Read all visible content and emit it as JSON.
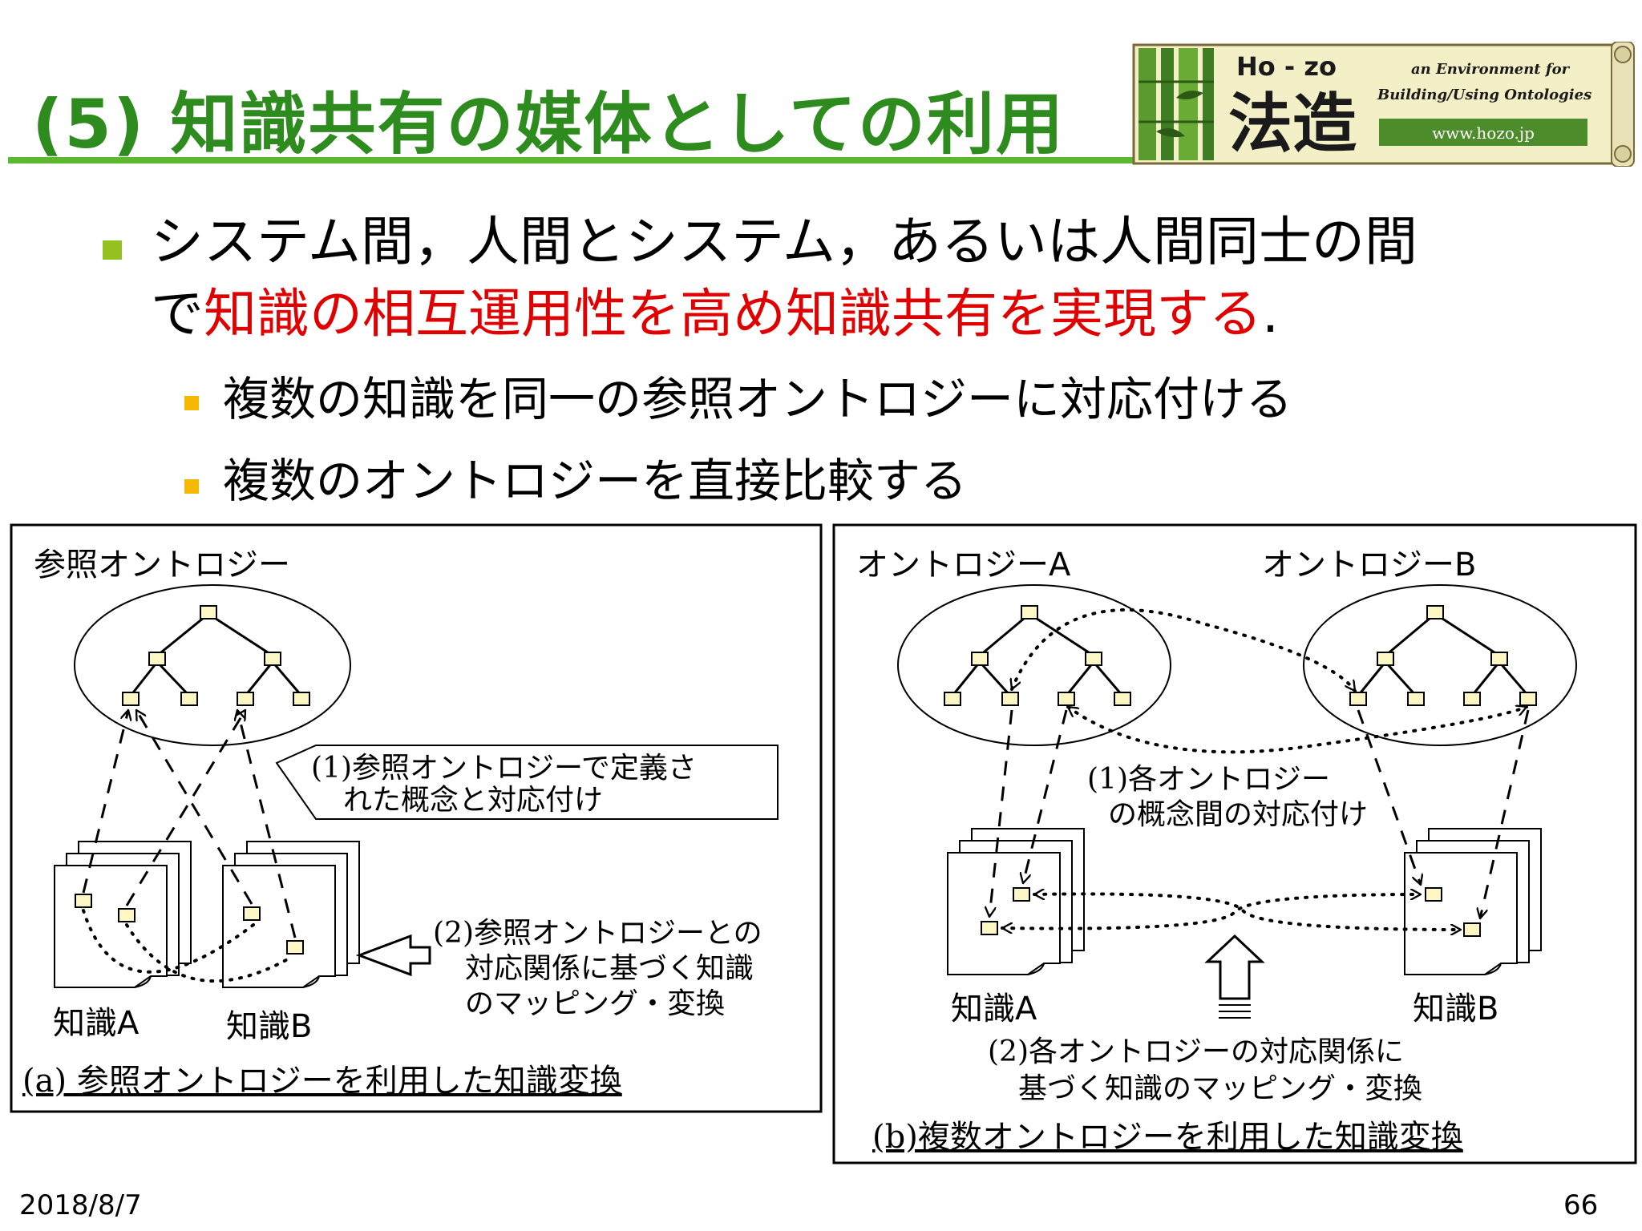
{
  "title": "(5) 知識共有の媒体としての利用",
  "logo": {
    "name_top": "Ho - zo",
    "kanji": "法造",
    "tagline_1": "an Environment for",
    "tagline_2": "Building/Using Ontologies",
    "url": "www.hozo.jp"
  },
  "bullet_1": {
    "line_1": "システム間，人間とシステム，あるいは人間同士の間",
    "line_2_prefix": "で",
    "line_2_highlight": "知識の相互運用性を高め知識共有を実現する",
    "line_2_suffix": "."
  },
  "sub_bullets": [
    "複数の知識を同一の参照オントロジーに対応付ける",
    "複数のオントロジーを直接比較する"
  ],
  "panel_a": {
    "ontology_label": "参照オントロジー",
    "callout_1_line_1": "(1)参照オントロジーで定義さ",
    "callout_1_line_2": "れた概念と対応付け",
    "callout_2_line_1": "(2)参照オントロジーとの",
    "callout_2_line_2": "対応関係に基づく知識",
    "callout_2_line_3": "のマッピング・変換",
    "knowledge_a": "知識A",
    "knowledge_b": "知識B",
    "caption": "(a)  参照オントロジーを利用した知識変換"
  },
  "panel_b": {
    "ontology_a_label": "オントロジーA",
    "ontology_b_label": "オントロジーB",
    "callout_1_line_1": "(1)各オントロジー",
    "callout_1_line_2": "の概念間の対応付け",
    "callout_2_line_1": "(2)各オントロジーの対応関係に",
    "callout_2_line_2": "基づく知識のマッピング・変換",
    "knowledge_a": "知識A",
    "knowledge_b": "知識B",
    "caption": "(b)複数オントロジーを利用した知識変換"
  },
  "footer": {
    "date": "2018/8/7",
    "page": "66"
  },
  "colors": {
    "title_green": "#2e8b1e",
    "rule_green": "#5cb82f",
    "highlight_red": "#e00000",
    "bullet_green": "#94c11f",
    "bullet_yellow": "#f4b800",
    "node_fill": "#fdf7c3",
    "logo_bg": "#f3efc6",
    "logo_green": "#4d8c2a"
  }
}
